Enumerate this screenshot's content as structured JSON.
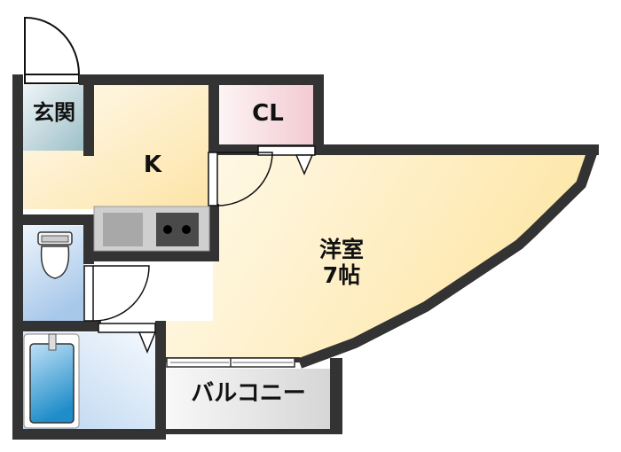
{
  "floorplan": {
    "rooms": {
      "genkan": {
        "label": "玄関"
      },
      "kitchen": {
        "label": "K"
      },
      "closet": {
        "label": "CL"
      },
      "western_room": {
        "label_line1": "洋室",
        "label_line2": "7帖"
      },
      "balcony": {
        "label": "バルコニー"
      }
    },
    "colors": {
      "wall": "#333333",
      "western_room": "#fdeab5",
      "kitchen": "#fdeebf",
      "genkan": "#a9c8d0",
      "closet": "#f5d3d8",
      "toilet": "#b9d3ec",
      "bath": "#3c9ad3",
      "balcony": "#e6e6e6"
    }
  }
}
